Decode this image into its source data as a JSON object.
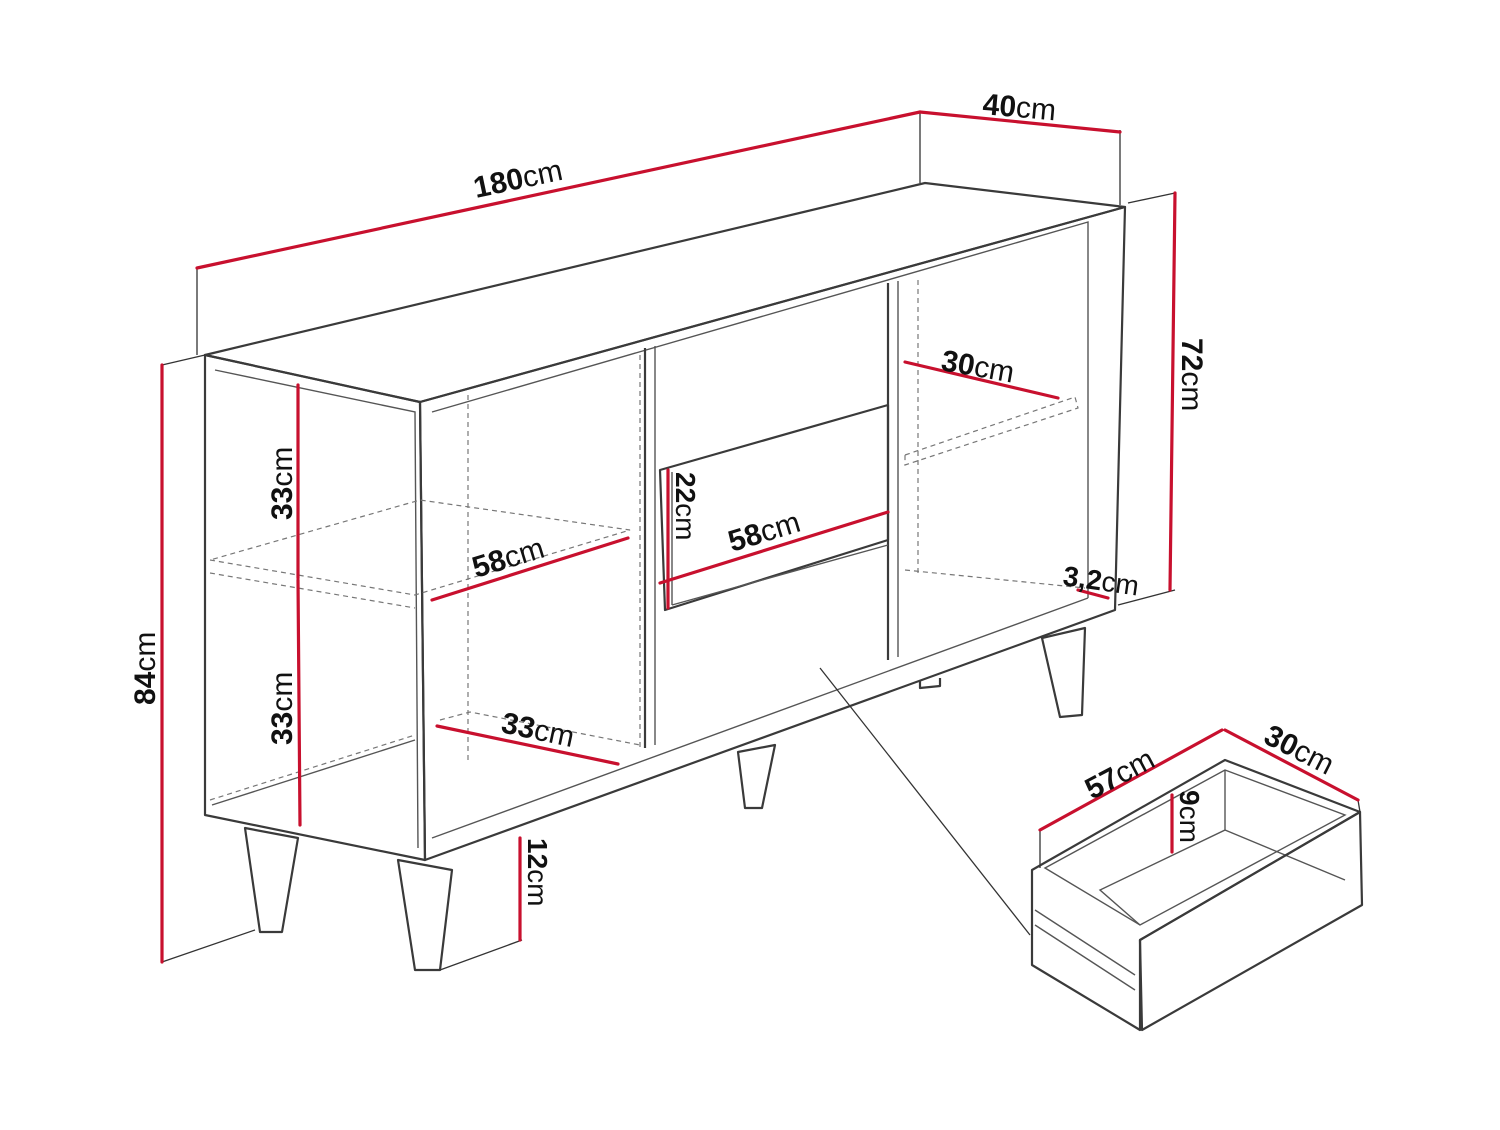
{
  "colors": {
    "dimension": "#c8102e",
    "outline": "#3a3a3a"
  },
  "labels": {
    "width": {
      "num": "180",
      "unit": "cm"
    },
    "depth": {
      "num": "40",
      "unit": "cm"
    },
    "body_height": {
      "num": "72",
      "unit": "cm"
    },
    "total_height": {
      "num": "84",
      "unit": "cm"
    },
    "shelf_upper": {
      "num": "33",
      "unit": "cm"
    },
    "shelf_lower": {
      "num": "33",
      "unit": "cm"
    },
    "left_width": {
      "num": "58",
      "unit": "cm"
    },
    "left_depth": {
      "num": "33",
      "unit": "cm"
    },
    "drawer_front_height": {
      "num": "22",
      "unit": "cm"
    },
    "middle_width": {
      "num": "58",
      "unit": "cm"
    },
    "right_depth": {
      "num": "30",
      "unit": "cm"
    },
    "board": {
      "num": "3,2",
      "unit": "cm"
    },
    "leg_height": {
      "num": "12",
      "unit": "cm"
    },
    "drawer_length": {
      "num": "57",
      "unit": "cm"
    },
    "drawer_depth": {
      "num": "30",
      "unit": "cm"
    },
    "drawer_inner_height": {
      "num": "9",
      "unit": "cm"
    }
  }
}
